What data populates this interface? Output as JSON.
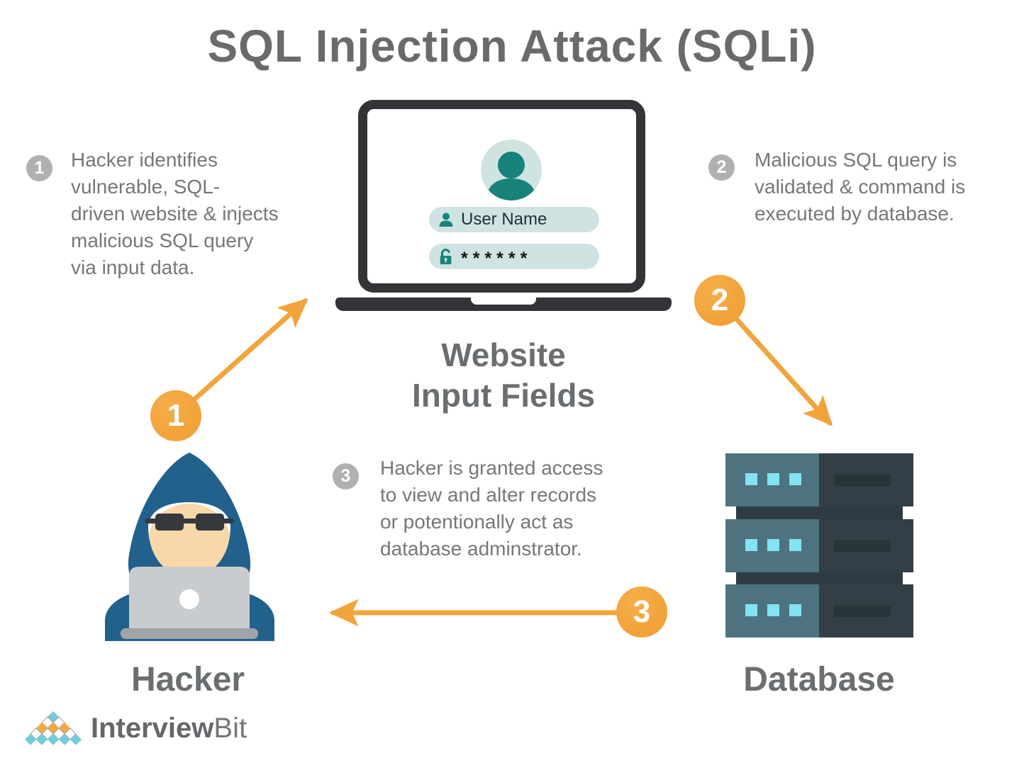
{
  "title": "SQL Injection Attack (SQLi)",
  "steps": [
    {
      "number": "1",
      "lines": [
        "Hacker identifies",
        "vulnerable, SQL-",
        "driven website & injects",
        "malicious SQL query",
        "via input data."
      ]
    },
    {
      "number": "2",
      "lines": [
        "Malicious SQL query is",
        "validated & command is",
        "executed by database."
      ]
    },
    {
      "number": "3",
      "lines": [
        "Hacker is granted access",
        "to view and alter records",
        "or potentionally act as",
        "database adminstrator."
      ]
    }
  ],
  "flow_markers": [
    {
      "number": "1"
    },
    {
      "number": "2"
    },
    {
      "number": "3"
    }
  ],
  "website": {
    "label_line1": "Website",
    "label_line2": "Input Fields",
    "username_value": "User Name",
    "password_value": "******"
  },
  "entities": {
    "hacker_label": "Hacker",
    "database_label": "Database"
  },
  "logo": {
    "name_bold": "Interview",
    "name_light": "Bit"
  },
  "colors": {
    "accent_orange": "#F2A43C",
    "teal": "#17827A",
    "teal_light": "#CFE4E2",
    "text_gray": "#76777B",
    "title_gray": "#6A6A6A",
    "step_badge_gray": "#B0B0B0",
    "hood_blue": "#21618C",
    "face_tan": "#F8D8A8",
    "laptop_frame": "#323437",
    "server_light": "#4E7380",
    "server_dark": "#333F46",
    "server_led_cyan": "#82E4F2",
    "logo_teal": "#72CCD9",
    "logo_orange": "#F7A83D"
  }
}
